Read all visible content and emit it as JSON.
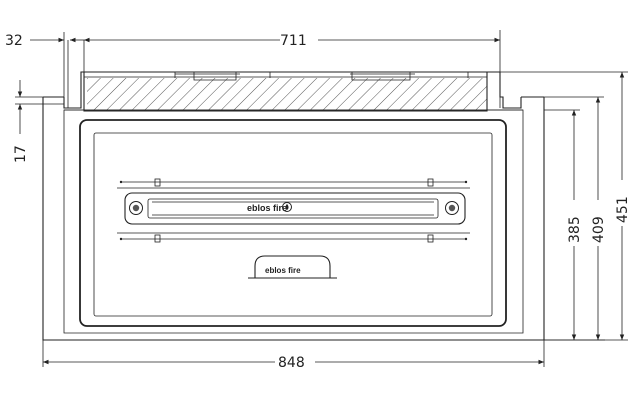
{
  "dimensions": {
    "top_offset": "32",
    "top_width": "711",
    "left_small": "17",
    "bottom_width": "848",
    "height_inner": "385",
    "height_mid": "409",
    "height_total": "451"
  },
  "logos": {
    "burner_logo": "eblos fire",
    "badge_logo": "eblos fire"
  },
  "colors": {
    "line": "#222222",
    "hatch": "#444444",
    "background": "#ffffff"
  }
}
